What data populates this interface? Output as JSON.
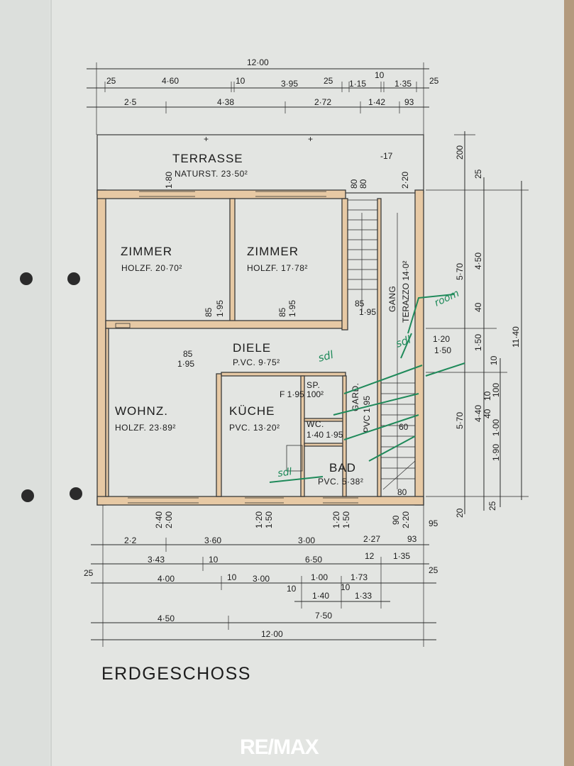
{
  "plan": {
    "title": "ERDGESCHOSS",
    "logo": "RE/MAX",
    "top_dims": {
      "overall": "12·00",
      "row1": [
        "25",
        "4·60",
        "10",
        "3·95",
        "25",
        "1·15",
        "10",
        "1·35",
        "25"
      ],
      "row2": [
        "2·5",
        "4·38",
        "2·72",
        "1·42",
        "93"
      ]
    },
    "bottom_dims": {
      "row0": [
        "2·2",
        "3·60",
        "3·00",
        "2·27",
        "93",
        "95"
      ],
      "row1": [
        "3·43",
        "10",
        "6·50",
        "12",
        "1·35"
      ],
      "row2": [
        "25",
        "4·00",
        "10",
        "3·00",
        "1·00",
        "1·73",
        "25"
      ],
      "row3": [
        "10",
        "1·40",
        "10",
        "1·33"
      ],
      "row4": [
        "4·50",
        "7·50"
      ],
      "overall": "12·00"
    },
    "right_dims": [
      "200",
      "25",
      "4·50",
      "5·70",
      "40",
      "1·50",
      "1·20",
      "1·50",
      "10",
      "5·70",
      "4·40",
      "10",
      "40",
      "100",
      "1·00",
      "1·90",
      "25",
      "20",
      "11·40"
    ],
    "openings": [
      "1·80",
      "80",
      "80",
      "2·20",
      "85",
      "1·95",
      "85",
      "1·95",
      "85",
      "1·95",
      "85",
      "1·95",
      "2·40",
      "2·00",
      "1·20",
      "1·50",
      "1·20",
      "1·50",
      "90",
      "2·20",
      "80",
      "60"
    ],
    "rooms": [
      {
        "name": "TERRASSE",
        "sub": "NATURST. 23·50²"
      },
      {
        "name": "ZIMMER",
        "sub": "HOLZF. 20·70²"
      },
      {
        "name": "ZIMMER",
        "sub": "HOLZF. 17·78²"
      },
      {
        "name": "DIELE",
        "sub": "P.VC. 9·75²"
      },
      {
        "name": "WOHNZ.",
        "sub": "HOLZF. 23·89²"
      },
      {
        "name": "KÜCHE",
        "sub": "PVC. 13·20²"
      },
      {
        "name": "SP.",
        "sub": "F 1·95 100²"
      },
      {
        "name": "WC.",
        "sub": "1·40 1·95"
      },
      {
        "name": "BAD",
        "sub": "PVC. 5·38²"
      },
      {
        "name": "GANG",
        "sub": "TERAZZO 14·0²"
      },
      {
        "name": "GARD.",
        "sub": "PVC 1·95"
      }
    ],
    "annotations": [
      "sdl",
      "sdl",
      "sdl",
      "room"
    ],
    "colors": {
      "paper": "#e3e5e2",
      "wall": "#e7c9a4",
      "ink": "#1c1c1c",
      "green": "#1f8a5a"
    }
  }
}
